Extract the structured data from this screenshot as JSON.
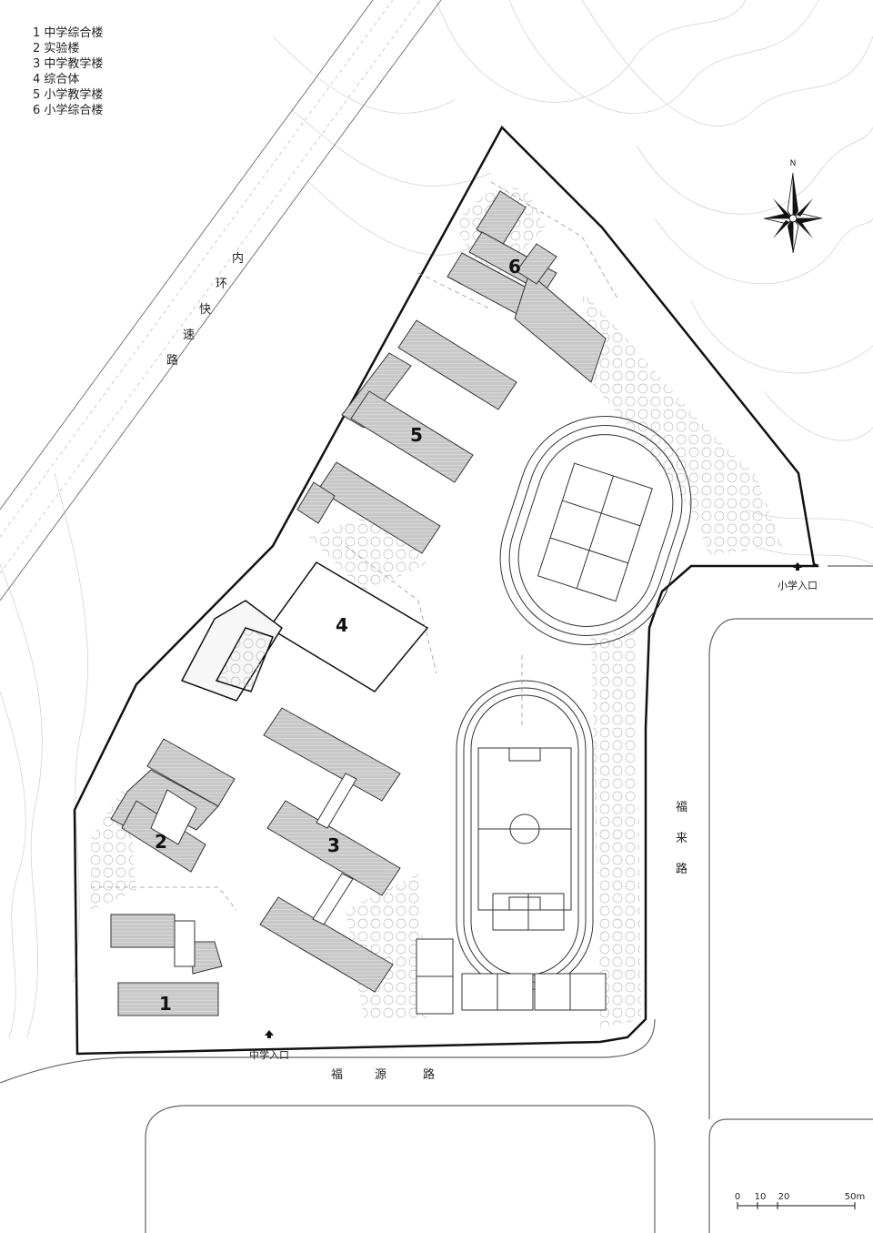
{
  "legend": {
    "items": [
      "1 中学综合楼",
      "2 实验楼",
      "3 中学教学楼",
      "4  综合体",
      "5 小学教学楼",
      "6 小学综合楼"
    ]
  },
  "roads": {
    "expressway": [
      "内",
      "环",
      "快",
      "速",
      "路"
    ],
    "fulai": [
      "福",
      "来",
      "路"
    ],
    "fuyuan": [
      "福",
      "源",
      "路"
    ]
  },
  "entrances": {
    "primary": "小学入口",
    "middle": "中学入口"
  },
  "buildings": {
    "b1": "1",
    "b2": "2",
    "b3": "3",
    "b4": "4",
    "b5": "5",
    "b6": "6"
  },
  "compass": {
    "north": "N"
  },
  "scale": {
    "ticks": [
      "0",
      "10",
      "20",
      "50m"
    ]
  }
}
